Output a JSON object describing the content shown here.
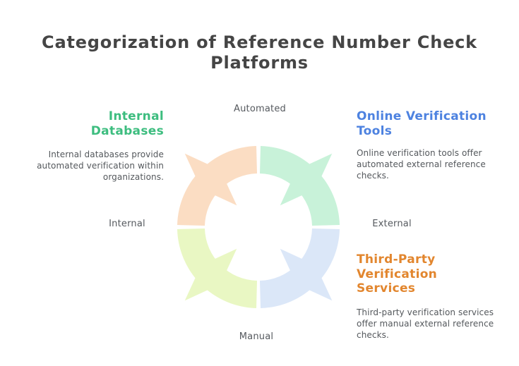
{
  "page": {
    "title": "Categorization of Reference Number Check Platforms",
    "title_color": "#454545",
    "background": "#ffffff"
  },
  "cycle": {
    "axis_labels": {
      "top": "Automated",
      "right": "External",
      "bottom": "Manual",
      "left": "Internal"
    },
    "axis_label_color": "#55595e",
    "segments": [
      {
        "position": "top-left",
        "color": "#fbddc3"
      },
      {
        "position": "top-right",
        "color": "#c8f2d9"
      },
      {
        "position": "bottom-right",
        "color": "#dbe7f8"
      },
      {
        "position": "bottom-left",
        "color": "#e9f7c3"
      }
    ]
  },
  "blocks": [
    {
      "id": "internal-databases",
      "heading": "Internal Databases",
      "heading_color": "#3dbd7f",
      "description": "Internal databases provide automated verification within organizations."
    },
    {
      "id": "online-verification-tools",
      "heading": "Online Verification Tools",
      "heading_color": "#4d82e0",
      "description": "Online verification tools offer automated external reference checks."
    },
    {
      "id": "third-party-verification-services",
      "heading": "Third-Party Verification Services",
      "heading_color": "#e2862e",
      "description": "Third-party verification services offer manual external reference checks."
    }
  ]
}
